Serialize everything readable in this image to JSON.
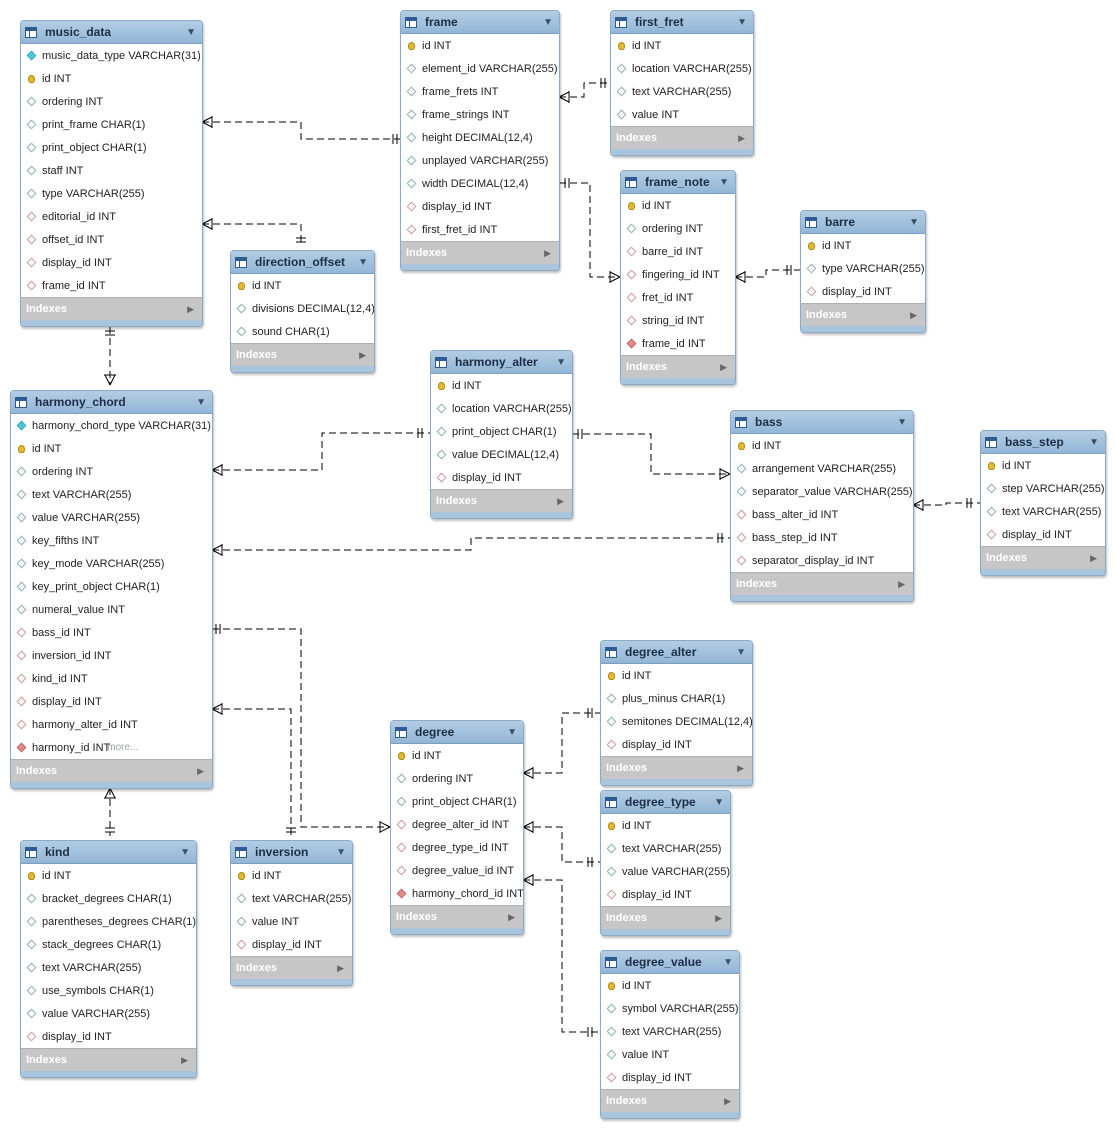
{
  "diagram": {
    "indexes_label": "Indexes",
    "more_label": "more...",
    "tables": [
      {
        "id": "music_data",
        "name": "music_data",
        "cols": [
          {
            "t": "k",
            "text": "music_data_type VARCHAR(31)"
          },
          {
            "t": "key",
            "text": "id INT"
          },
          {
            "t": "c",
            "text": "ordering INT"
          },
          {
            "t": "c",
            "text": "print_frame CHAR(1)"
          },
          {
            "t": "c",
            "text": "print_object CHAR(1)"
          },
          {
            "t": "c",
            "text": "staff INT"
          },
          {
            "t": "c",
            "text": "type VARCHAR(255)"
          },
          {
            "t": "f",
            "text": "editorial_id INT"
          },
          {
            "t": "f",
            "text": "offset_id INT"
          },
          {
            "t": "f",
            "text": "display_id INT"
          },
          {
            "t": "f",
            "text": "frame_id INT"
          }
        ]
      },
      {
        "id": "frame",
        "name": "frame",
        "cols": [
          {
            "t": "key",
            "text": "id INT"
          },
          {
            "t": "c",
            "text": "element_id VARCHAR(255)"
          },
          {
            "t": "c",
            "text": "frame_frets INT"
          },
          {
            "t": "c",
            "text": "frame_strings INT"
          },
          {
            "t": "c",
            "text": "height DECIMAL(12,4)"
          },
          {
            "t": "c",
            "text": "unplayed VARCHAR(255)"
          },
          {
            "t": "c",
            "text": "width DECIMAL(12,4)"
          },
          {
            "t": "f",
            "text": "display_id INT"
          },
          {
            "t": "f",
            "text": "first_fret_id INT"
          }
        ]
      },
      {
        "id": "first_fret",
        "name": "first_fret",
        "cols": [
          {
            "t": "key",
            "text": "id INT"
          },
          {
            "t": "c",
            "text": "location VARCHAR(255)"
          },
          {
            "t": "c",
            "text": "text VARCHAR(255)"
          },
          {
            "t": "c",
            "text": "value INT"
          }
        ]
      },
      {
        "id": "frame_note",
        "name": "frame_note",
        "cols": [
          {
            "t": "key",
            "text": "id INT"
          },
          {
            "t": "c",
            "text": "ordering INT"
          },
          {
            "t": "f",
            "text": "barre_id INT"
          },
          {
            "t": "f",
            "text": "fingering_id INT"
          },
          {
            "t": "f",
            "text": "fret_id INT"
          },
          {
            "t": "f",
            "text": "string_id INT"
          },
          {
            "t": "p",
            "text": "frame_id INT"
          }
        ]
      },
      {
        "id": "barre",
        "name": "barre",
        "cols": [
          {
            "t": "key",
            "text": "id INT"
          },
          {
            "t": "c",
            "text": "type VARCHAR(255)"
          },
          {
            "t": "f",
            "text": "display_id INT"
          }
        ]
      },
      {
        "id": "direction_offset",
        "name": "direction_offset",
        "cols": [
          {
            "t": "key",
            "text": "id INT"
          },
          {
            "t": "c",
            "text": "divisions DECIMAL(12,4)"
          },
          {
            "t": "c",
            "text": "sound CHAR(1)"
          }
        ]
      },
      {
        "id": "harmony_chord",
        "name": "harmony_chord",
        "more_on_last": true,
        "cols": [
          {
            "t": "k",
            "text": "harmony_chord_type VARCHAR(31)"
          },
          {
            "t": "key",
            "text": "id INT"
          },
          {
            "t": "c",
            "text": "ordering INT"
          },
          {
            "t": "c",
            "text": "text VARCHAR(255)"
          },
          {
            "t": "c",
            "text": "value VARCHAR(255)"
          },
          {
            "t": "c",
            "text": "key_fifths INT"
          },
          {
            "t": "c",
            "text": "key_mode VARCHAR(255)"
          },
          {
            "t": "c",
            "text": "key_print_object CHAR(1)"
          },
          {
            "t": "c",
            "text": "numeral_value INT"
          },
          {
            "t": "f",
            "text": "bass_id INT"
          },
          {
            "t": "f",
            "text": "inversion_id INT"
          },
          {
            "t": "f",
            "text": "kind_id INT"
          },
          {
            "t": "f",
            "text": "display_id INT"
          },
          {
            "t": "f",
            "text": "harmony_alter_id INT"
          },
          {
            "t": "p",
            "text": "harmony_id INT"
          }
        ]
      },
      {
        "id": "harmony_alter",
        "name": "harmony_alter",
        "cols": [
          {
            "t": "key",
            "text": "id INT"
          },
          {
            "t": "c",
            "text": "location VARCHAR(255)"
          },
          {
            "t": "c",
            "text": "print_object CHAR(1)"
          },
          {
            "t": "c",
            "text": "value DECIMAL(12,4)"
          },
          {
            "t": "f",
            "text": "display_id INT"
          }
        ]
      },
      {
        "id": "bass",
        "name": "bass",
        "cols": [
          {
            "t": "key",
            "text": "id INT"
          },
          {
            "t": "c",
            "text": "arrangement VARCHAR(255)"
          },
          {
            "t": "c",
            "text": "separator_value VARCHAR(255)"
          },
          {
            "t": "f",
            "text": "bass_alter_id INT"
          },
          {
            "t": "f",
            "text": "bass_step_id INT"
          },
          {
            "t": "f",
            "text": "separator_display_id INT"
          }
        ]
      },
      {
        "id": "bass_step",
        "name": "bass_step",
        "cols": [
          {
            "t": "key",
            "text": "id INT"
          },
          {
            "t": "c",
            "text": "step VARCHAR(255)"
          },
          {
            "t": "c",
            "text": "text VARCHAR(255)"
          },
          {
            "t": "f",
            "text": "display_id INT"
          }
        ]
      },
      {
        "id": "degree_alter",
        "name": "degree_alter",
        "cols": [
          {
            "t": "key",
            "text": "id INT"
          },
          {
            "t": "c",
            "text": "plus_minus CHAR(1)"
          },
          {
            "t": "c",
            "text": "semitones DECIMAL(12,4)"
          },
          {
            "t": "f",
            "text": "display_id INT"
          }
        ]
      },
      {
        "id": "degree",
        "name": "degree",
        "cols": [
          {
            "t": "key",
            "text": "id INT"
          },
          {
            "t": "c",
            "text": "ordering INT"
          },
          {
            "t": "c",
            "text": "print_object CHAR(1)"
          },
          {
            "t": "f",
            "text": "degree_alter_id INT"
          },
          {
            "t": "f",
            "text": "degree_type_id INT"
          },
          {
            "t": "f",
            "text": "degree_value_id INT"
          },
          {
            "t": "p",
            "text": "harmony_chord_id INT"
          }
        ]
      },
      {
        "id": "degree_type",
        "name": "degree_type",
        "cols": [
          {
            "t": "key",
            "text": "id INT"
          },
          {
            "t": "c",
            "text": "text VARCHAR(255)"
          },
          {
            "t": "c",
            "text": "value VARCHAR(255)"
          },
          {
            "t": "f",
            "text": "display_id INT"
          }
        ]
      },
      {
        "id": "degree_value",
        "name": "degree_value",
        "cols": [
          {
            "t": "key",
            "text": "id INT"
          },
          {
            "t": "c",
            "text": "symbol VARCHAR(255)"
          },
          {
            "t": "c",
            "text": "text VARCHAR(255)"
          },
          {
            "t": "c",
            "text": "value INT"
          },
          {
            "t": "f",
            "text": "display_id INT"
          }
        ]
      },
      {
        "id": "kind",
        "name": "kind",
        "cols": [
          {
            "t": "key",
            "text": "id INT"
          },
          {
            "t": "c",
            "text": "bracket_degrees CHAR(1)"
          },
          {
            "t": "c",
            "text": "parentheses_degrees CHAR(1)"
          },
          {
            "t": "c",
            "text": "stack_degrees CHAR(1)"
          },
          {
            "t": "c",
            "text": "text VARCHAR(255)"
          },
          {
            "t": "c",
            "text": "use_symbols CHAR(1)"
          },
          {
            "t": "c",
            "text": "value VARCHAR(255)"
          },
          {
            "t": "f",
            "text": "display_id INT"
          }
        ]
      },
      {
        "id": "inversion",
        "name": "inversion",
        "cols": [
          {
            "t": "key",
            "text": "id INT"
          },
          {
            "t": "c",
            "text": "text VARCHAR(255)"
          },
          {
            "t": "c",
            "text": "value INT"
          },
          {
            "t": "f",
            "text": "display_id INT"
          }
        ]
      }
    ]
  }
}
